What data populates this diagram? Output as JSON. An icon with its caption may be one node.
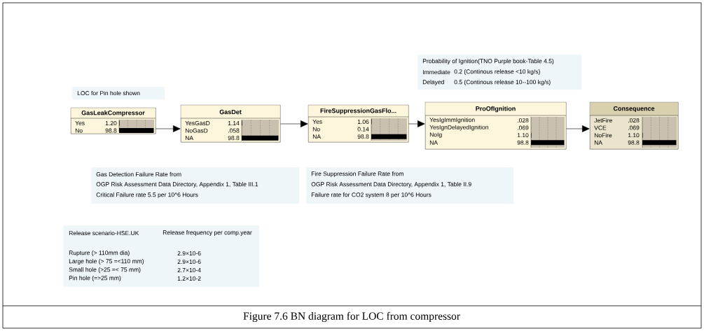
{
  "diagram": {
    "caption": "Figure 7.6 BN diagram for LOC from compressor",
    "nodes": [
      {
        "text": [
          "GasLeakCompressor",
          "Yes",
          "1.20",
          "No",
          "98.8"
        ]
      },
      {
        "text": [
          "GasDet",
          "YesGasD",
          "1.14",
          "NoGasD",
          ".058",
          "NA",
          "98.8"
        ]
      },
      {
        "text": [
          "FireSuppressionGasFlo...",
          "Yes",
          "1.06",
          "No",
          "0.14",
          "NA",
          "98.8"
        ]
      },
      {
        "text": [
          "ProOfIgnition",
          "YesIgImmIgnition",
          ".028",
          "YesIgnDelayedIgnition",
          ".069",
          "NoIg",
          "1.10",
          "NA",
          "98.8"
        ]
      },
      {
        "text": [
          "Consequence",
          "JetFire",
          ".028",
          "VCE",
          ".069",
          "NoFire",
          "1.10",
          "NA",
          "98.8"
        ]
      },
      {
        "text": [
          "LOC for Pin hole shown"
        ]
      },
      {
        "text": [
          "Probability of Ignition(TNO Purple book-Table 4.5)",
          "Immediate",
          "0.2 (Continous release <10 kg/s)",
          "Delayed",
          "0.5 (Continous release 10--100 kg/s)"
        ]
      },
      {
        "text": [
          "Gas Detection Failure Rate from",
          "OGP Risk Assessment Data Directory, Appendix 1, Table III.1",
          "Critical Failure rate 5.5 per 10^6 Hours"
        ]
      },
      {
        "text": [
          "Fire Suppression Failure Rate from",
          "OGP Risk Assessment Data Directory, Appendix 1, Table II.9",
          "Failure rate for CO2 system 8 per 10^6 Hours"
        ]
      },
      {
        "text": [
          "Release scenario-HSE.UK",
          "Release frequency per comp.year",
          "Rupture (> 110mm dia)",
          "2.9×10-6",
          "Large hole (> 75 =<110 mm)",
          "2.9×10-6",
          "Small hole (>25 =< 75 mm)",
          "2.7×10-4",
          "Pin hole (=>25 mm)",
          "1.2×10-2"
        ]
      }
    ],
    "edges": [
      {
        "from": 0,
        "to": 1,
        "arrow": "to"
      },
      {
        "from": 1,
        "to": 2,
        "arrow": "to"
      },
      {
        "from": 2,
        "to": 3,
        "arrow": "to"
      },
      {
        "from": 3,
        "to": 4,
        "arrow": "to"
      }
    ]
  }
}
